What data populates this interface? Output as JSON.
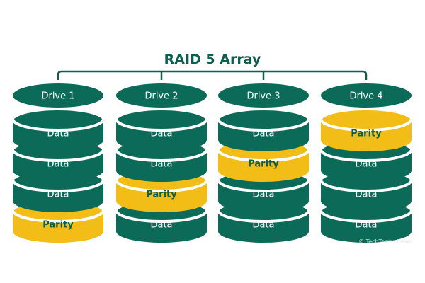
{
  "title": "RAID 5 Array",
  "colors": {
    "title": "#0e5e4e",
    "data_fill": "#0b6b58",
    "data_text": "#ffffff",
    "parity_fill": "#f2bd16",
    "parity_text": "#0e5e4e",
    "bracket": "#0e5e4e",
    "separator": "#ffffff"
  },
  "drives": [
    {
      "name": "Drive 1",
      "blocks": [
        "Data",
        "Data",
        "Data",
        "Parity"
      ]
    },
    {
      "name": "Drive 2",
      "blocks": [
        "Data",
        "Data",
        "Parity",
        "Data"
      ]
    },
    {
      "name": "Drive 3",
      "blocks": [
        "Data",
        "Parity",
        "Data",
        "Data"
      ]
    },
    {
      "name": "Drive 4",
      "blocks": [
        "Parity",
        "Data",
        "Data",
        "Data"
      ]
    }
  ],
  "watermark": "© TechTerms Learn"
}
